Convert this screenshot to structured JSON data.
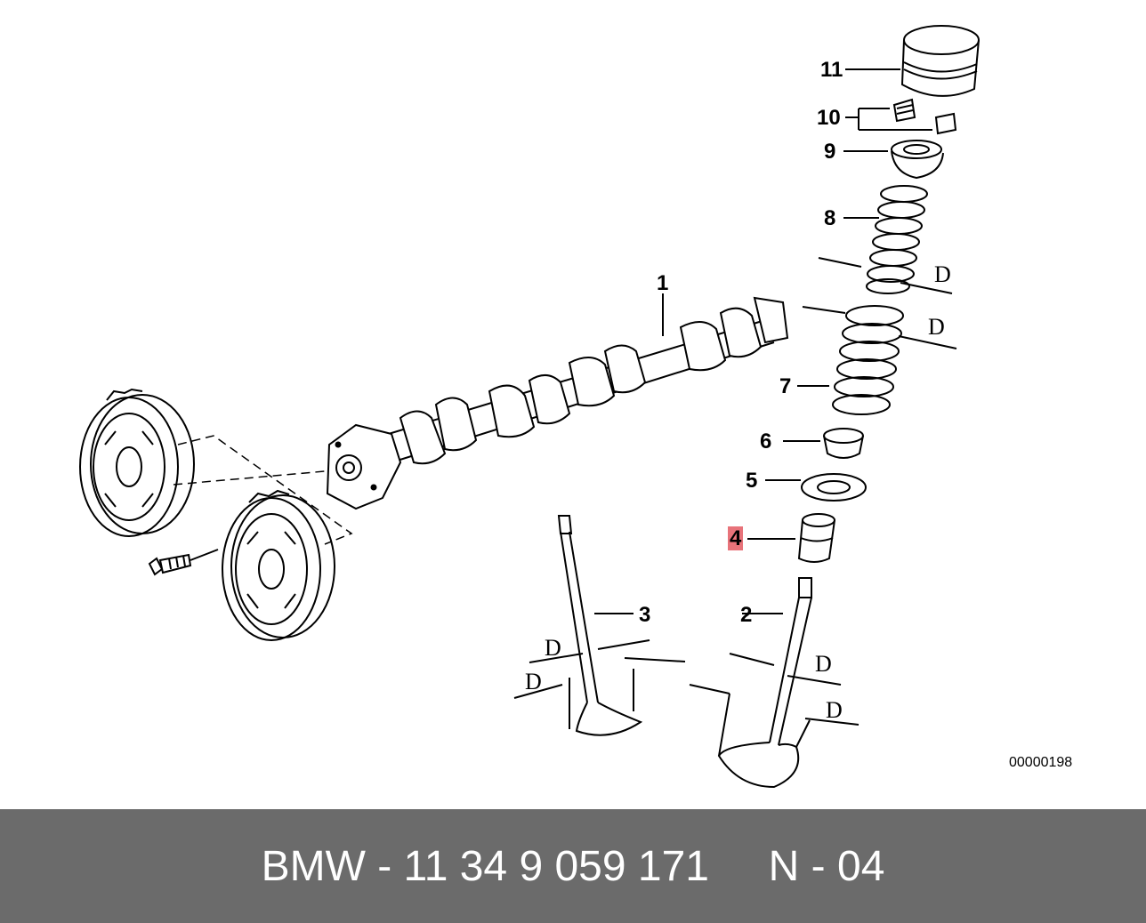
{
  "diagram": {
    "part_labels": [
      "1",
      "2",
      "3",
      "4",
      "5",
      "6",
      "7",
      "8",
      "9",
      "10",
      "11"
    ],
    "highlighted_label": "4",
    "dimension_label": "D",
    "drawing_code": "00000198",
    "highlight_color": "#e8737a"
  },
  "footer": {
    "part_number": "BMW - 11 34 9 059 171",
    "position": "N - 04",
    "background": "#6b6b6b",
    "text_color": "#ffffff"
  }
}
